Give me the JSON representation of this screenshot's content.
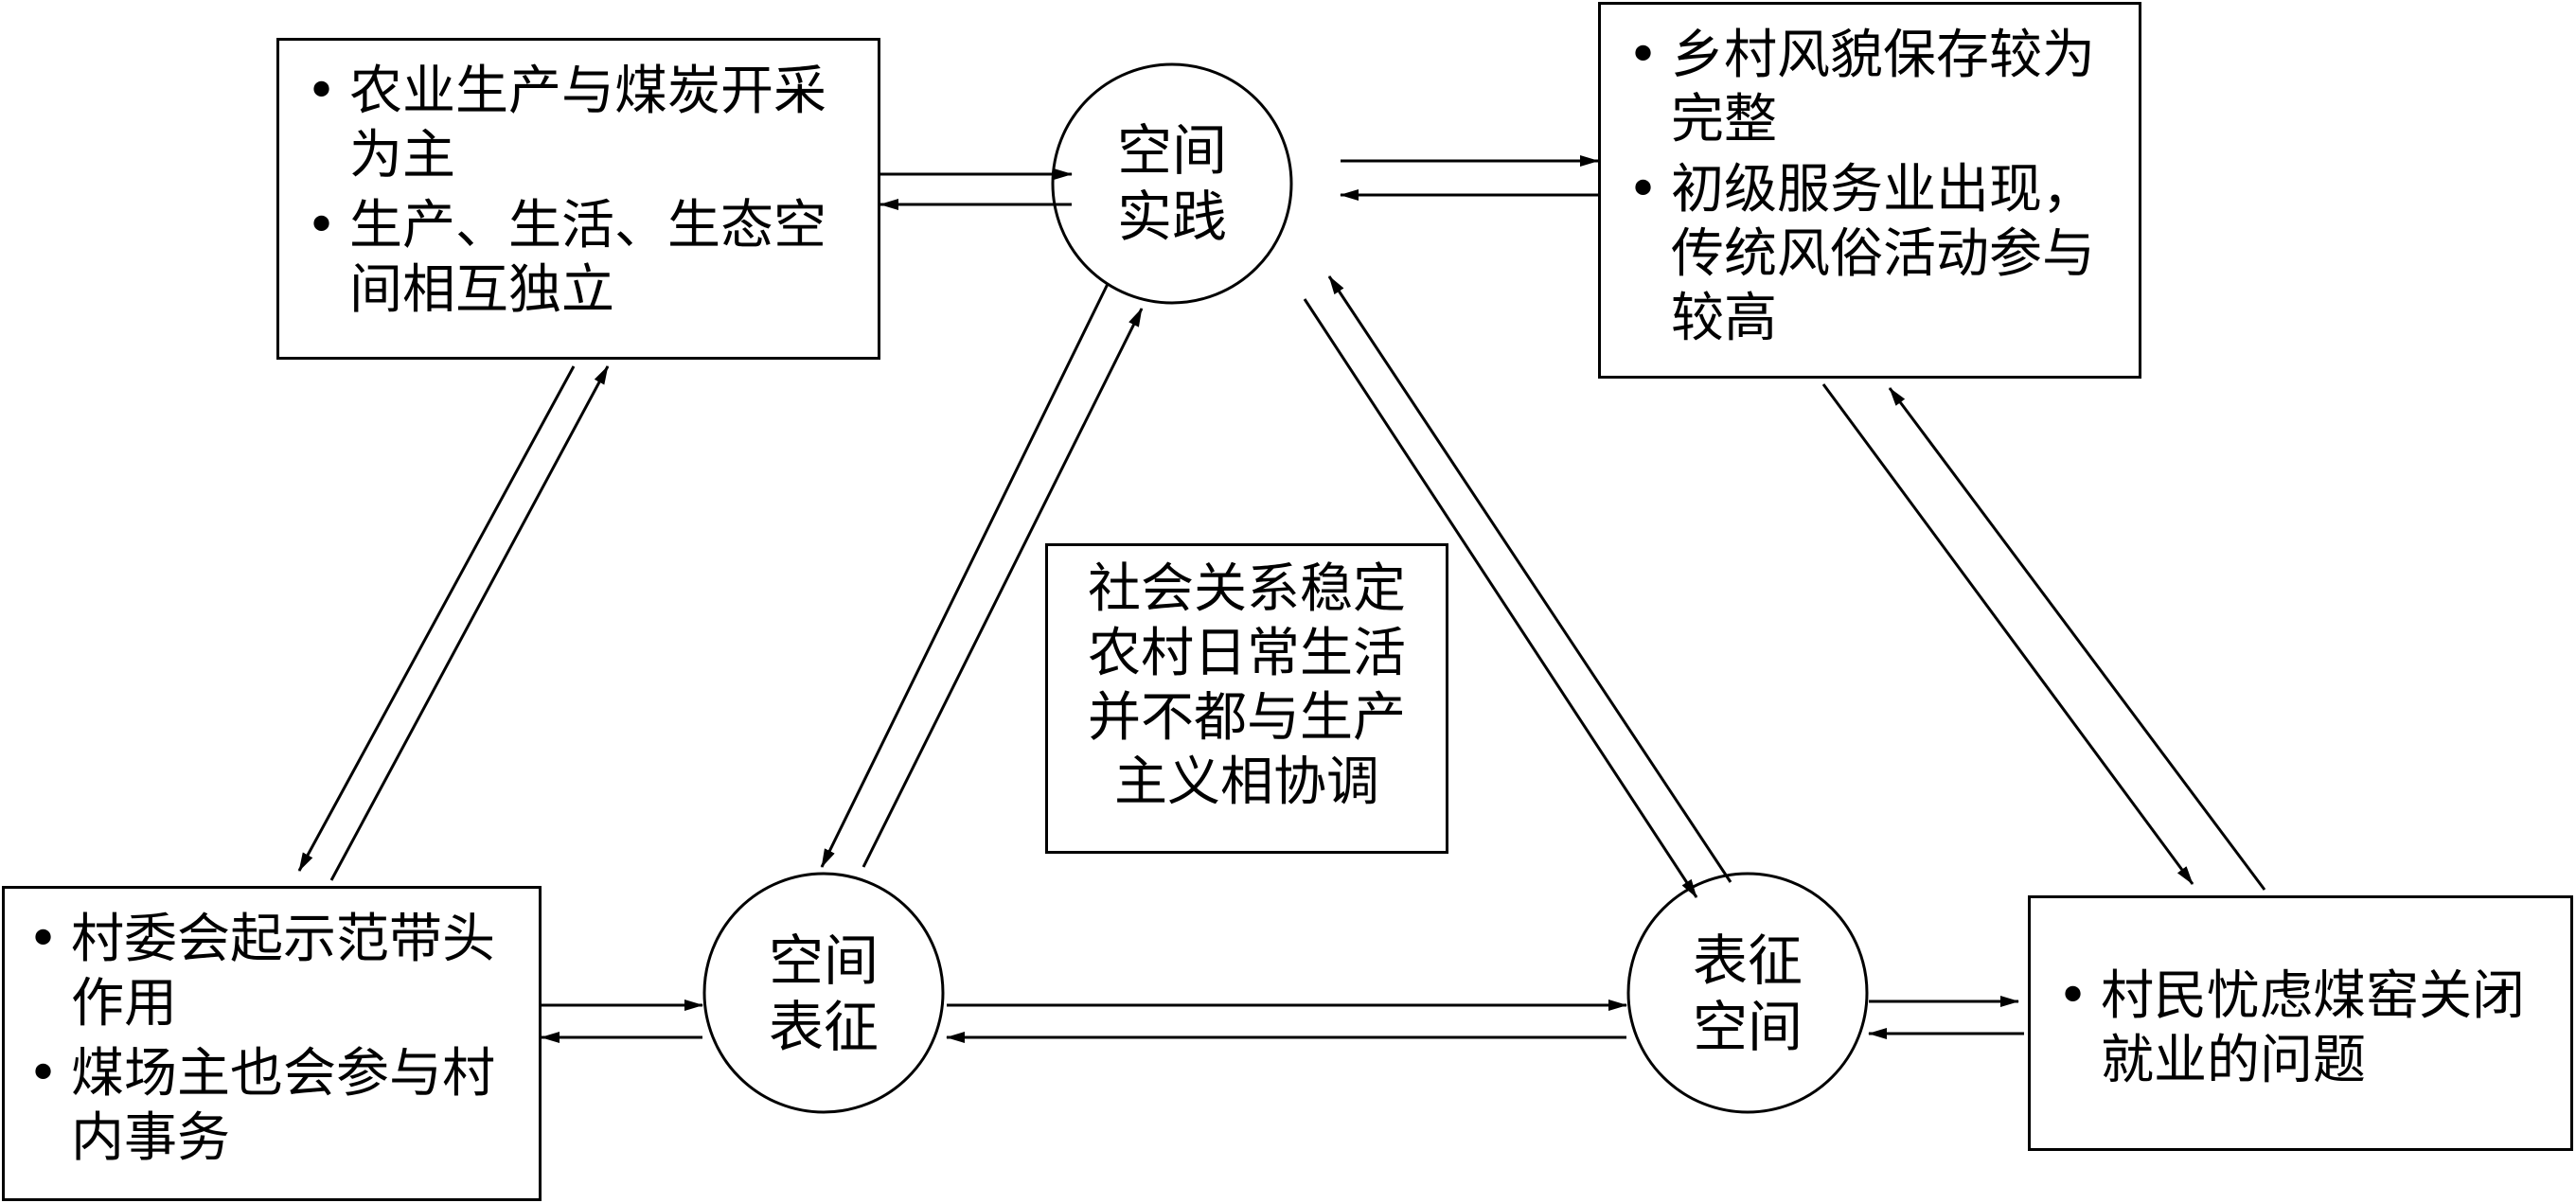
{
  "nodes": {
    "spatial_practice": "空间\n实践",
    "representation_of_space": "空间\n表征",
    "representational_space": "表征\n空间"
  },
  "boxes": {
    "top_left": [
      "农业生产与煤炭开采为主",
      "生产、生活、生态空间相互独立"
    ],
    "top_right": [
      "乡村风貌保存较为完整",
      "初级服务业出现，传统风俗活动参与较高"
    ],
    "bottom_left": [
      "村委会起示范带头作用",
      "煤场主也会参与村内事务"
    ],
    "bottom_right": [
      "村民忧虑煤窑关闭就业的问题"
    ]
  },
  "center_text": "社会关系稳定\n农村日常生活\n并不都与生产\n主义相协调"
}
